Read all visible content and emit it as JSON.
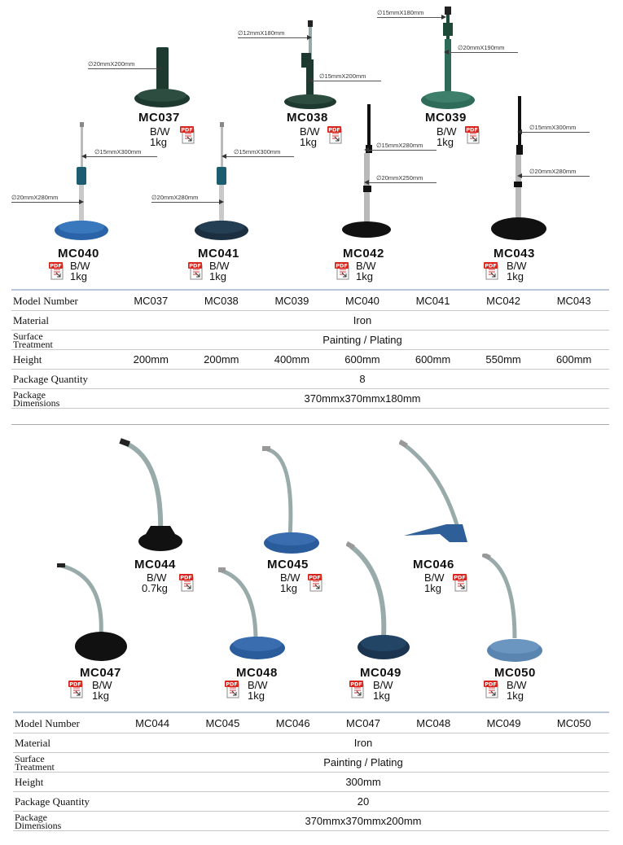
{
  "section1": {
    "products": [
      {
        "code": "MC037",
        "finish": "B/W",
        "weight": "1kg",
        "dims": [
          "∅20mmX200mm"
        ]
      },
      {
        "code": "MC038",
        "finish": "B/W",
        "weight": "1kg",
        "dims": [
          "∅12mmX180mm",
          "∅15mmX200mm"
        ]
      },
      {
        "code": "MC039",
        "finish": "B/W",
        "weight": "1kg",
        "dims": [
          "∅15mmX180mm",
          "∅20mmX190mm"
        ]
      },
      {
        "code": "MC040",
        "finish": "B/W",
        "weight": "1kg",
        "dims": [
          "∅15mmX300mm",
          "∅20mmX280mm"
        ]
      },
      {
        "code": "MC041",
        "finish": "B/W",
        "weight": "1kg",
        "dims": [
          "∅15mmX300mm",
          "∅20mmX280mm"
        ]
      },
      {
        "code": "MC042",
        "finish": "B/W",
        "weight": "1kg",
        "dims": [
          "∅15mmX280mm",
          "∅20mmX250mm"
        ]
      },
      {
        "code": "MC043",
        "finish": "B/W",
        "weight": "1kg",
        "dims": [
          "∅15mmX300mm",
          "∅20mmX280mm"
        ]
      }
    ],
    "table": {
      "labels": {
        "model": "Model Number",
        "material": "Material",
        "surface1": "Surface",
        "surface2": "Treatment",
        "height": "Height",
        "qty": "Package Quantity",
        "dim1": "Package",
        "dim2": "Dimensions"
      },
      "models": [
        "MC037",
        "MC038",
        "MC039",
        "MC040",
        "MC041",
        "MC042",
        "MC043"
      ],
      "material": "Iron",
      "surface": "Painting / Plating",
      "heights": [
        "200mm",
        "200mm",
        "400mm",
        "600mm",
        "600mm",
        "550mm",
        "600mm"
      ],
      "quantity": "8",
      "dimensions": "370mmx370mmx180mm"
    }
  },
  "section2": {
    "products": [
      {
        "code": "MC044",
        "finish": "B/W",
        "weight": "0.7kg"
      },
      {
        "code": "MC045",
        "finish": "B/W",
        "weight": "1kg"
      },
      {
        "code": "MC046",
        "finish": "B/W",
        "weight": "1kg"
      },
      {
        "code": "MC047",
        "finish": "B/W",
        "weight": "1kg"
      },
      {
        "code": "MC048",
        "finish": "B/W",
        "weight": "1kg"
      },
      {
        "code": "MC049",
        "finish": "B/W",
        "weight": "1kg"
      },
      {
        "code": "MC050",
        "finish": "B/W",
        "weight": "1kg"
      }
    ],
    "table": {
      "labels": {
        "model": "Model Number",
        "material": "Material",
        "surface1": "Surface",
        "surface2": "Treatment",
        "height": "Height",
        "qty": "Package Quantity",
        "dim1": "Package",
        "dim2": "Dimensions"
      },
      "models": [
        "MC044",
        "MC045",
        "MC046",
        "MC047",
        "MC048",
        "MC049",
        "MC050"
      ],
      "material": "Iron",
      "surface": "Painting / Plating",
      "height": "300mm",
      "quantity": "20",
      "dimensions": "370mmx370mmx200mm"
    }
  },
  "pdf_icon": {
    "label": "PDF",
    "color": "#d9241b"
  }
}
